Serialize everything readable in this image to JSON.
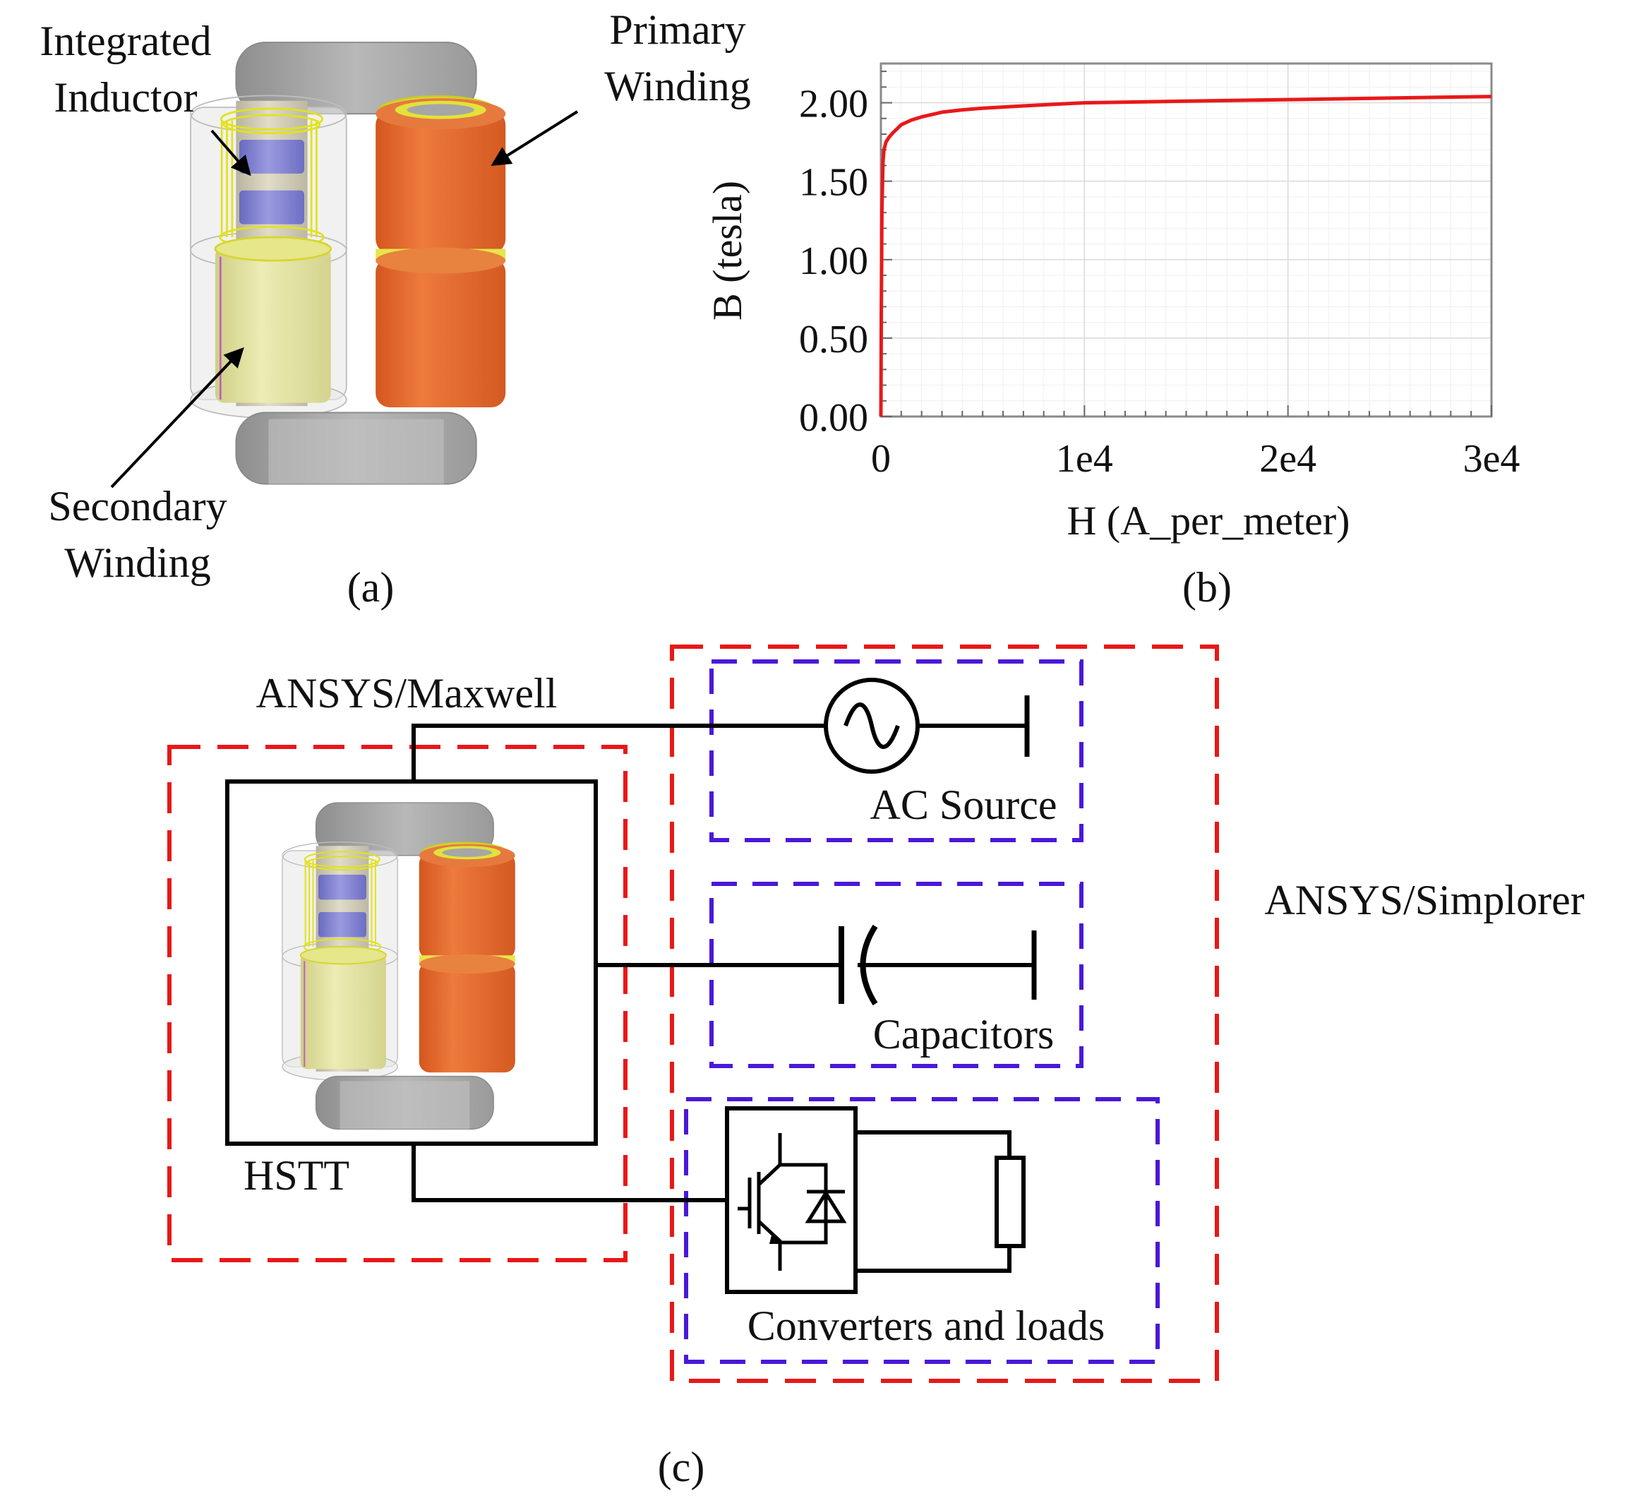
{
  "panel_a": {
    "caption": "(a)",
    "label_integrated_inductor": [
      "Integrated",
      "Inductor"
    ],
    "label_primary_winding": [
      "Primary",
      "Winding"
    ],
    "label_secondary_winding": [
      "Secondary",
      "Winding"
    ]
  },
  "panel_b": {
    "caption": "(b)"
  },
  "chart_data": {
    "type": "line",
    "xlabel": "H (A_per_meter)",
    "ylabel": "B (tesla)",
    "xlim": [
      0,
      30000
    ],
    "ylim": [
      0,
      2.25
    ],
    "x_ticks": [
      0,
      10000,
      20000,
      30000
    ],
    "x_tick_labels": [
      "0",
      "1e4",
      "2e4",
      "3e4"
    ],
    "y_ticks": [
      0,
      0.5,
      1.0,
      1.5,
      2.0
    ],
    "y_tick_labels": [
      "0.00",
      "0.50",
      "1.00",
      "1.50",
      "2.00"
    ],
    "grid": true,
    "series": [
      {
        "color": "#e8191a",
        "x": [
          0,
          20,
          50,
          100,
          150,
          250,
          400,
          600,
          1000,
          1500,
          2000,
          3000,
          4000,
          5000,
          7000,
          10000,
          15000,
          20000,
          25000,
          30000
        ],
        "y": [
          0.0,
          0.7,
          1.3,
          1.62,
          1.7,
          1.75,
          1.78,
          1.81,
          1.86,
          1.89,
          1.91,
          1.94,
          1.955,
          1.965,
          1.98,
          2.0,
          2.01,
          2.02,
          2.03,
          2.04
        ]
      }
    ]
  },
  "panel_c": {
    "caption": "(c)",
    "label_maxwell": "ANSYS/Maxwell",
    "label_simplorer": "ANSYS/Simplorer",
    "label_hstt": "HSTT",
    "label_ac_source": "AC Source",
    "label_capacitors": "Capacitors",
    "label_converters": "Converters and loads"
  },
  "colors": {
    "maxwell_box": "#e81818",
    "simplorer_box": "#e81818",
    "subsystem_box": "#4a18d8",
    "primary_winding": "#e8743a",
    "secondary_winding": "#e4e4a0",
    "inductor_winding": "#8080d0",
    "core": "#a8a8a8"
  }
}
